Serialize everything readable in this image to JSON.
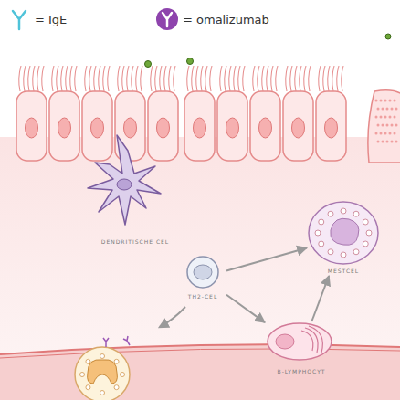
{
  "diagram": {
    "nodes": [
      {
        "text": [
          "DENDRITISCHE CEL"
        ]
      },
      {
        "text": [
          "TH2-CEL"
        ]
      },
      {
        "text": [
          "MESTCEL"
        ]
      },
      {
        "text": [
          "B-LYMPHOCYT"
        ]
      }
    ],
    "edges": [
      {
        "from": 1,
        "to": 2,
        "arrow": "to"
      },
      {
        "from": 1,
        "to": 3,
        "arrow": "to"
      },
      {
        "from": 3,
        "to": 2,
        "arrow": "to"
      }
    ],
    "legend": [
      {
        "text": "= IgE",
        "color": "#4fc3d9"
      },
      {
        "text": "= omalizumab",
        "color": "#8e44ad"
      }
    ]
  }
}
